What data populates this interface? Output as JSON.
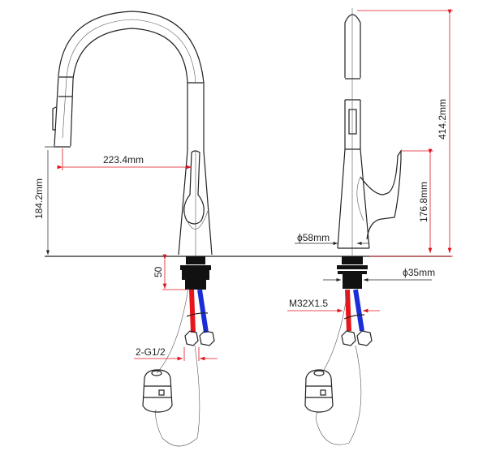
{
  "diagram": {
    "title": "Pull-down kitchen faucet dimension drawing",
    "views": [
      "front-view",
      "side-view"
    ],
    "colors": {
      "dimension_red": "#e0141e",
      "hot_hose": "#e8141c",
      "cold_hose": "#1a2ed8",
      "line": "#222222"
    },
    "front_view": {
      "spout_reach": "223.4mm",
      "spout_height": "184.2mm",
      "shank_length": "50",
      "inlet_thread": "2-G1/2"
    },
    "side_view": {
      "total_height": "414.2mm",
      "handle_height": "176.8mm",
      "base_diameter": "ϕ58mm",
      "hole_diameter": "ϕ35mm",
      "shank_thread": "M32X1.5"
    }
  }
}
